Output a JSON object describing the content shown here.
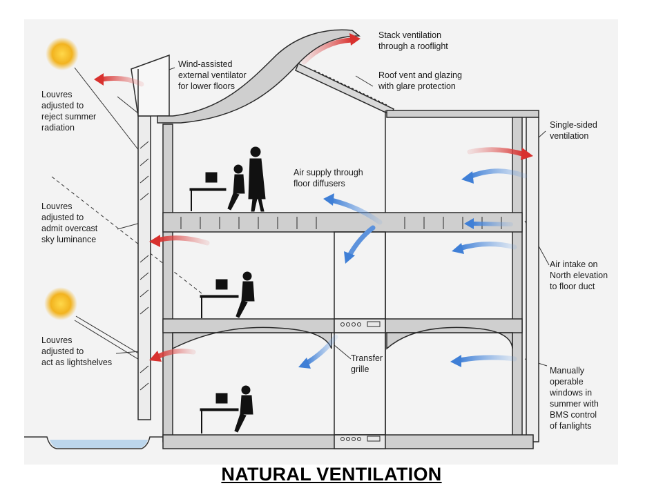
{
  "title": "NATURAL VENTILATION",
  "colors": {
    "background": "#f3f3f3",
    "structure": "#cfcfcf",
    "outline": "#2a2a2a",
    "warm_air": "#d8312e",
    "cool_air": "#3f7fd6",
    "sun": "#f2b31f",
    "water": "#bcd6ec"
  },
  "labels": {
    "stack_ventilation": [
      "Stack ventilation",
      "through a rooflight"
    ],
    "roof_vent": [
      "Roof vent and glazing",
      "with glare protection"
    ],
    "wind_assisted": [
      "Wind-assisted",
      "external ventilator",
      "for lower floors"
    ],
    "louvres_summer": [
      "Louvres",
      "adjusted to",
      "reject summer",
      "radiation"
    ],
    "single_sided": [
      "Single-sided",
      "ventilation"
    ],
    "air_supply": [
      "Air supply through",
      "floor diffusers"
    ],
    "louvres_overcast": [
      "Louvres",
      "adjusted to",
      "admit overcast",
      "sky luminance"
    ],
    "air_intake": [
      "Air intake on",
      "North elevation",
      "to floor duct"
    ],
    "louvres_lightshelves": [
      "Louvres",
      "adjusted to",
      "act as lightshelves"
    ],
    "transfer_grille": [
      "Transfer",
      "grille"
    ],
    "manual_windows": [
      "Manually",
      "operable",
      "windows in",
      "summer with",
      "BMS control",
      "of fanlights"
    ]
  }
}
